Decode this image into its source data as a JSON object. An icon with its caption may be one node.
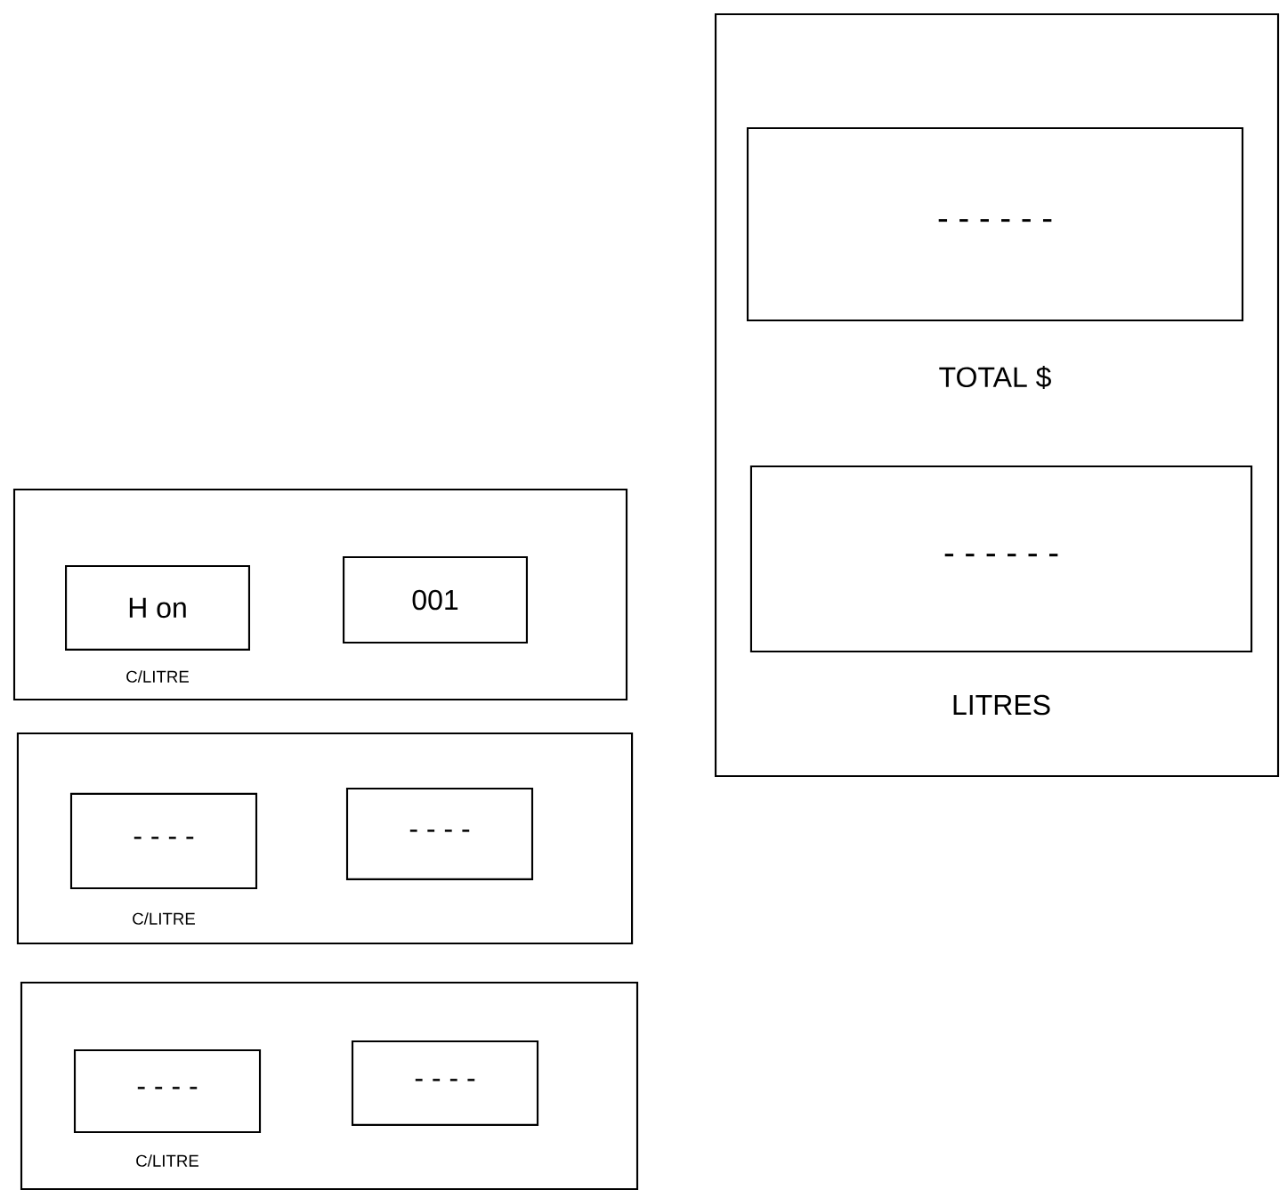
{
  "diagram": {
    "nodes": [
      {
        "text": [],
        "shape": "box"
      },
      {
        "text": [
          "H on"
        ],
        "in": 0,
        "beside": [
          "C/LITRE"
        ]
      },
      {
        "text": [
          "001"
        ],
        "in": 0
      },
      {
        "text": [],
        "shape": "box"
      },
      {
        "text": [
          "- - - -"
        ],
        "in": 3,
        "beside": [
          "C/LITRE"
        ]
      },
      {
        "text": [
          "- - - -"
        ],
        "in": 3
      },
      {
        "text": [],
        "shape": "box"
      },
      {
        "text": [
          "- - - -"
        ],
        "in": 6,
        "beside": [
          "C/LITRE"
        ]
      },
      {
        "text": [
          "- - - -"
        ],
        "in": 6
      },
      {
        "text": [],
        "shape": "box"
      },
      {
        "text": [
          "- - - - - -"
        ],
        "in": 9,
        "beside": [
          "TOTAL $"
        ]
      },
      {
        "text": [
          "- - - - - -"
        ],
        "in": 9,
        "beside": [
          "LITRES"
        ]
      }
    ]
  }
}
